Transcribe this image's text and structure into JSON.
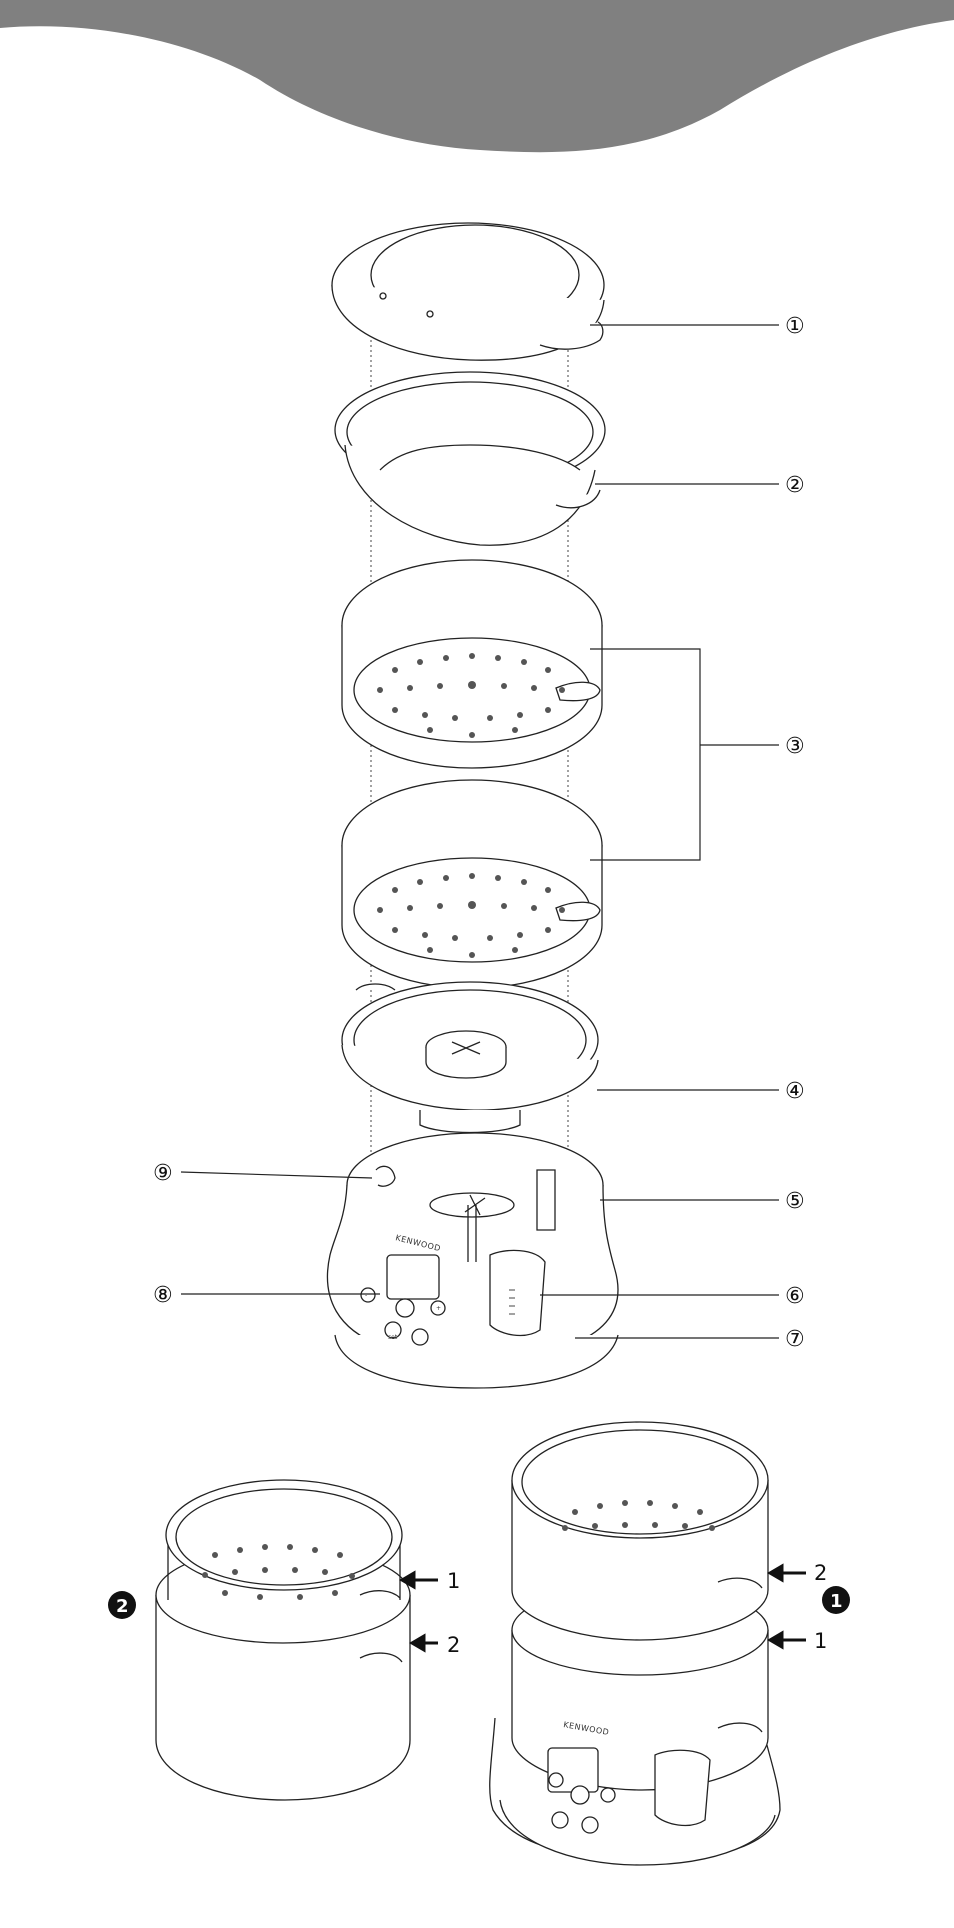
{
  "brand": {
    "name": "KENWOOD"
  },
  "parts": [
    {
      "num": "1",
      "glyph": "①"
    },
    {
      "num": "2",
      "glyph": "②"
    },
    {
      "num": "3",
      "glyph": "③"
    },
    {
      "num": "4",
      "glyph": "④"
    },
    {
      "num": "5",
      "glyph": "⑤"
    },
    {
      "num": "6",
      "glyph": "⑥"
    },
    {
      "num": "7",
      "glyph": "⑦"
    },
    {
      "num": "8",
      "glyph": "⑧"
    },
    {
      "num": "9",
      "glyph": "⑨"
    }
  ],
  "small_figure": {
    "badge": "2",
    "arrows": [
      "1",
      "2"
    ]
  },
  "assembled_figure": {
    "badge": "1",
    "arrows": [
      "2",
      "1"
    ]
  },
  "control_panel": {
    "button_labels": [
      "-",
      "+",
      "set"
    ]
  },
  "colors": {
    "header": "#808080",
    "line": "#222222",
    "badge": "#111111"
  }
}
